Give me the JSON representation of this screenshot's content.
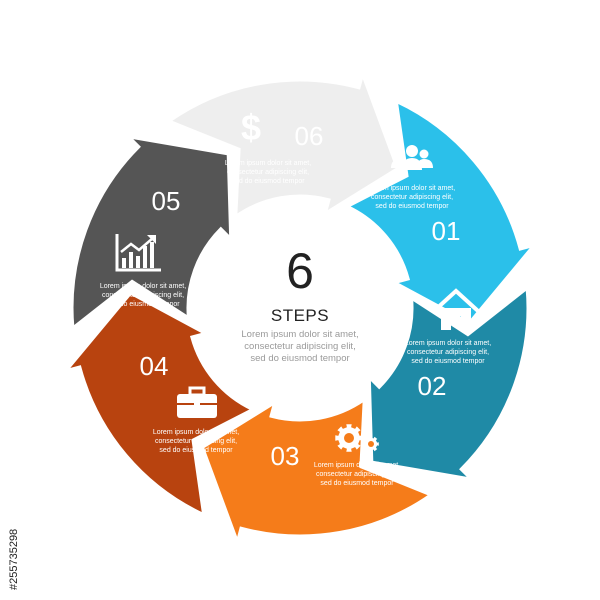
{
  "center": {
    "number": "6",
    "title": "STEPS",
    "lines": [
      "Lorem ipsum dolor sit amet,",
      "consectetur adipiscing elit,",
      "sed do eiusmod tempor"
    ]
  },
  "steps": [
    {
      "number": "01",
      "icon": "people-icon",
      "color": "#2bc0ea",
      "text": [
        "Lorem ipsum dolor sit amet,",
        "consectetur adipiscing elit,",
        "sed do eiusmod tempor"
      ]
    },
    {
      "number": "02",
      "icon": "house-icon",
      "color": "#1f8aa6",
      "text": [
        "Lorem ipsum dolor sit amet,",
        "consectetur adipiscing elit,",
        "sed do eiusmod tempor"
      ]
    },
    {
      "number": "03",
      "icon": "gears-icon",
      "color": "#f57c1a",
      "text": [
        "Lorem ipsum dolor sit amet,",
        "consectetur adipiscing elit,",
        "sed do eiusmod tempor"
      ]
    },
    {
      "number": "04",
      "icon": "briefcase-icon",
      "color": "#b8430f",
      "text": [
        "Lorem ipsum dolor sit amet,",
        "consectetur adipiscing elit,",
        "sed do eiusmod tempor"
      ]
    },
    {
      "number": "05",
      "icon": "growth-chart-icon",
      "color": "#555555",
      "text": [
        "Lorem ipsum dolor sit amet,",
        "consectetur adipiscing elit,",
        "sed do eiusmod tempor"
      ]
    },
    {
      "number": "06",
      "icon": "dollar-icon",
      "color": "#eeeeee",
      "text": [
        "Lorem ipsum dolor sit amet,",
        "consectetur adipiscing elit,",
        "sed do eiusmod tempor"
      ]
    }
  ],
  "stock_id": "#255735298"
}
